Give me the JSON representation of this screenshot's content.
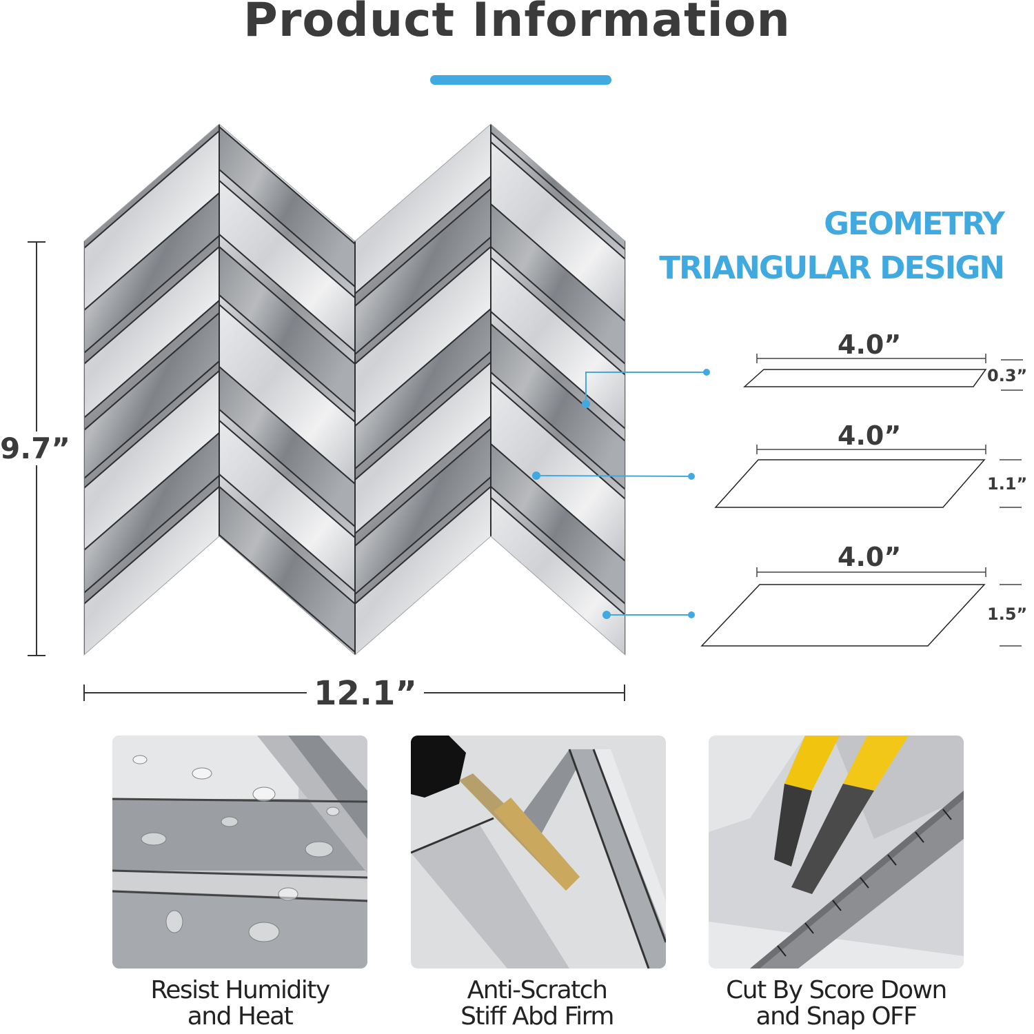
{
  "header": {
    "title": "Product Information",
    "accent_color": "#3fa9e0"
  },
  "geometry": {
    "line1": "GEOMETRY",
    "line2": "TRIANGULAR DESIGN"
  },
  "dimensions": {
    "height": "9.7”",
    "width": "12.1”"
  },
  "specs": [
    {
      "width": "4.0”",
      "height": "0.3”"
    },
    {
      "width": "4.0”",
      "height": "1.1”"
    },
    {
      "width": "4.0”",
      "height": "1.5”"
    }
  ],
  "features": [
    {
      "line1": "Resist Humidity",
      "line2": "and Heat",
      "icon": "water-droplets-photo"
    },
    {
      "line1": "Anti-Scratch",
      "line2": "Stiff Abd Firm",
      "icon": "key-scratch-photo"
    },
    {
      "line1": "Cut By Score Down",
      "line2": "and Snap OFF",
      "icon": "utility-knife-ruler-photo"
    }
  ]
}
